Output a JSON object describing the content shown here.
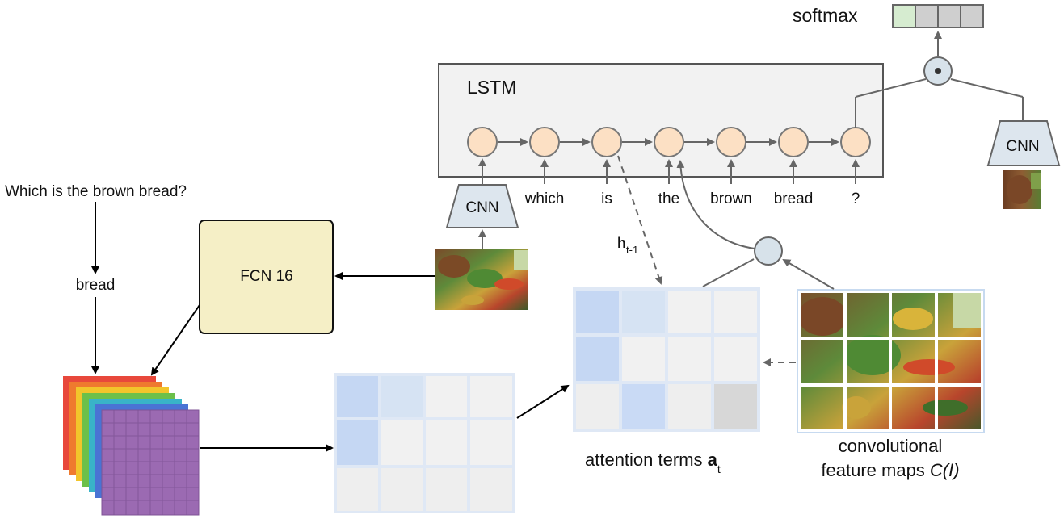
{
  "question": "Which is the brown bread?",
  "answer_word": "bread",
  "fcn_label": "FCN 16",
  "lstm_label": "LSTM",
  "softmax_label": "softmax",
  "cnn_label": "CNN",
  "cnn_right_label": "CNN",
  "tokens": [
    "which",
    "is",
    "the",
    "brown",
    "bread",
    "?"
  ],
  "hidden_label": "h",
  "hidden_sub": "t-1",
  "attention_label": "attention terms ",
  "attention_bold": "a",
  "attention_sub": "t",
  "feature_label_line1": "convolutional",
  "feature_label_line2": "feature maps ",
  "feature_label_italic": "C(I)",
  "colors": {
    "node_fill": "#fce0c4",
    "fcn_fill": "#f5efc6",
    "attention_blue": "#c9daf5",
    "grid_border": "#c7daf0",
    "softmax_green": "#d6ecd0"
  }
}
